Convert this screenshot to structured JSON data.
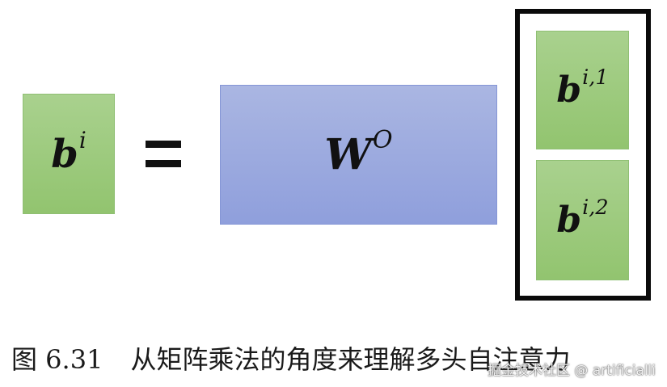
{
  "diagram": {
    "lhs": {
      "base": "b",
      "superscript": "i"
    },
    "operator": "=",
    "matrix": {
      "base": "W",
      "superscript": "O"
    },
    "vector": [
      {
        "base": "b",
        "superscript": "i,1"
      },
      {
        "base": "b",
        "superscript": "i,2"
      }
    ]
  },
  "caption": {
    "figure_number": "图 6.31",
    "text": "从矩阵乘法的角度来理解多头自注意力"
  },
  "watermark": "掘金技术社区 @ artificialli",
  "colors": {
    "green_box": "#a9d18e",
    "blue_box": "#aab6e2",
    "frame": "#0a0a0a"
  }
}
